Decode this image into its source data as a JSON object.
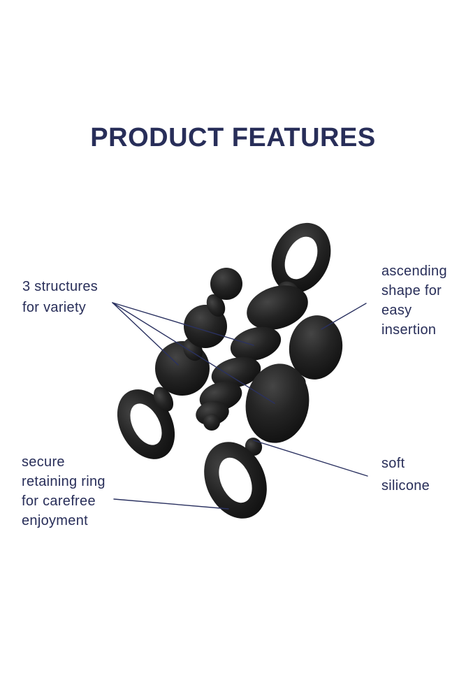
{
  "title": "PRODUCT FEATURES",
  "colors": {
    "accent_navy": "#282e59",
    "connector_line": "#2a3160",
    "product_black": "#141414",
    "background": "#ffffff"
  },
  "annotations": {
    "structures": {
      "lines": [
        "3 structures",
        "for variety"
      ]
    },
    "ascending": {
      "lines": [
        "ascending",
        "shape for",
        "easy",
        "insertion"
      ]
    },
    "retaining_ring": {
      "lines": [
        "secure",
        "retaining ring",
        "for carefree",
        "enjoyment"
      ]
    },
    "silicone": {
      "lines": [
        "soft",
        "silicone"
      ]
    }
  },
  "figure": {
    "items": [
      "beaded-plug",
      "spiral-plug",
      "bulb-plug"
    ]
  }
}
